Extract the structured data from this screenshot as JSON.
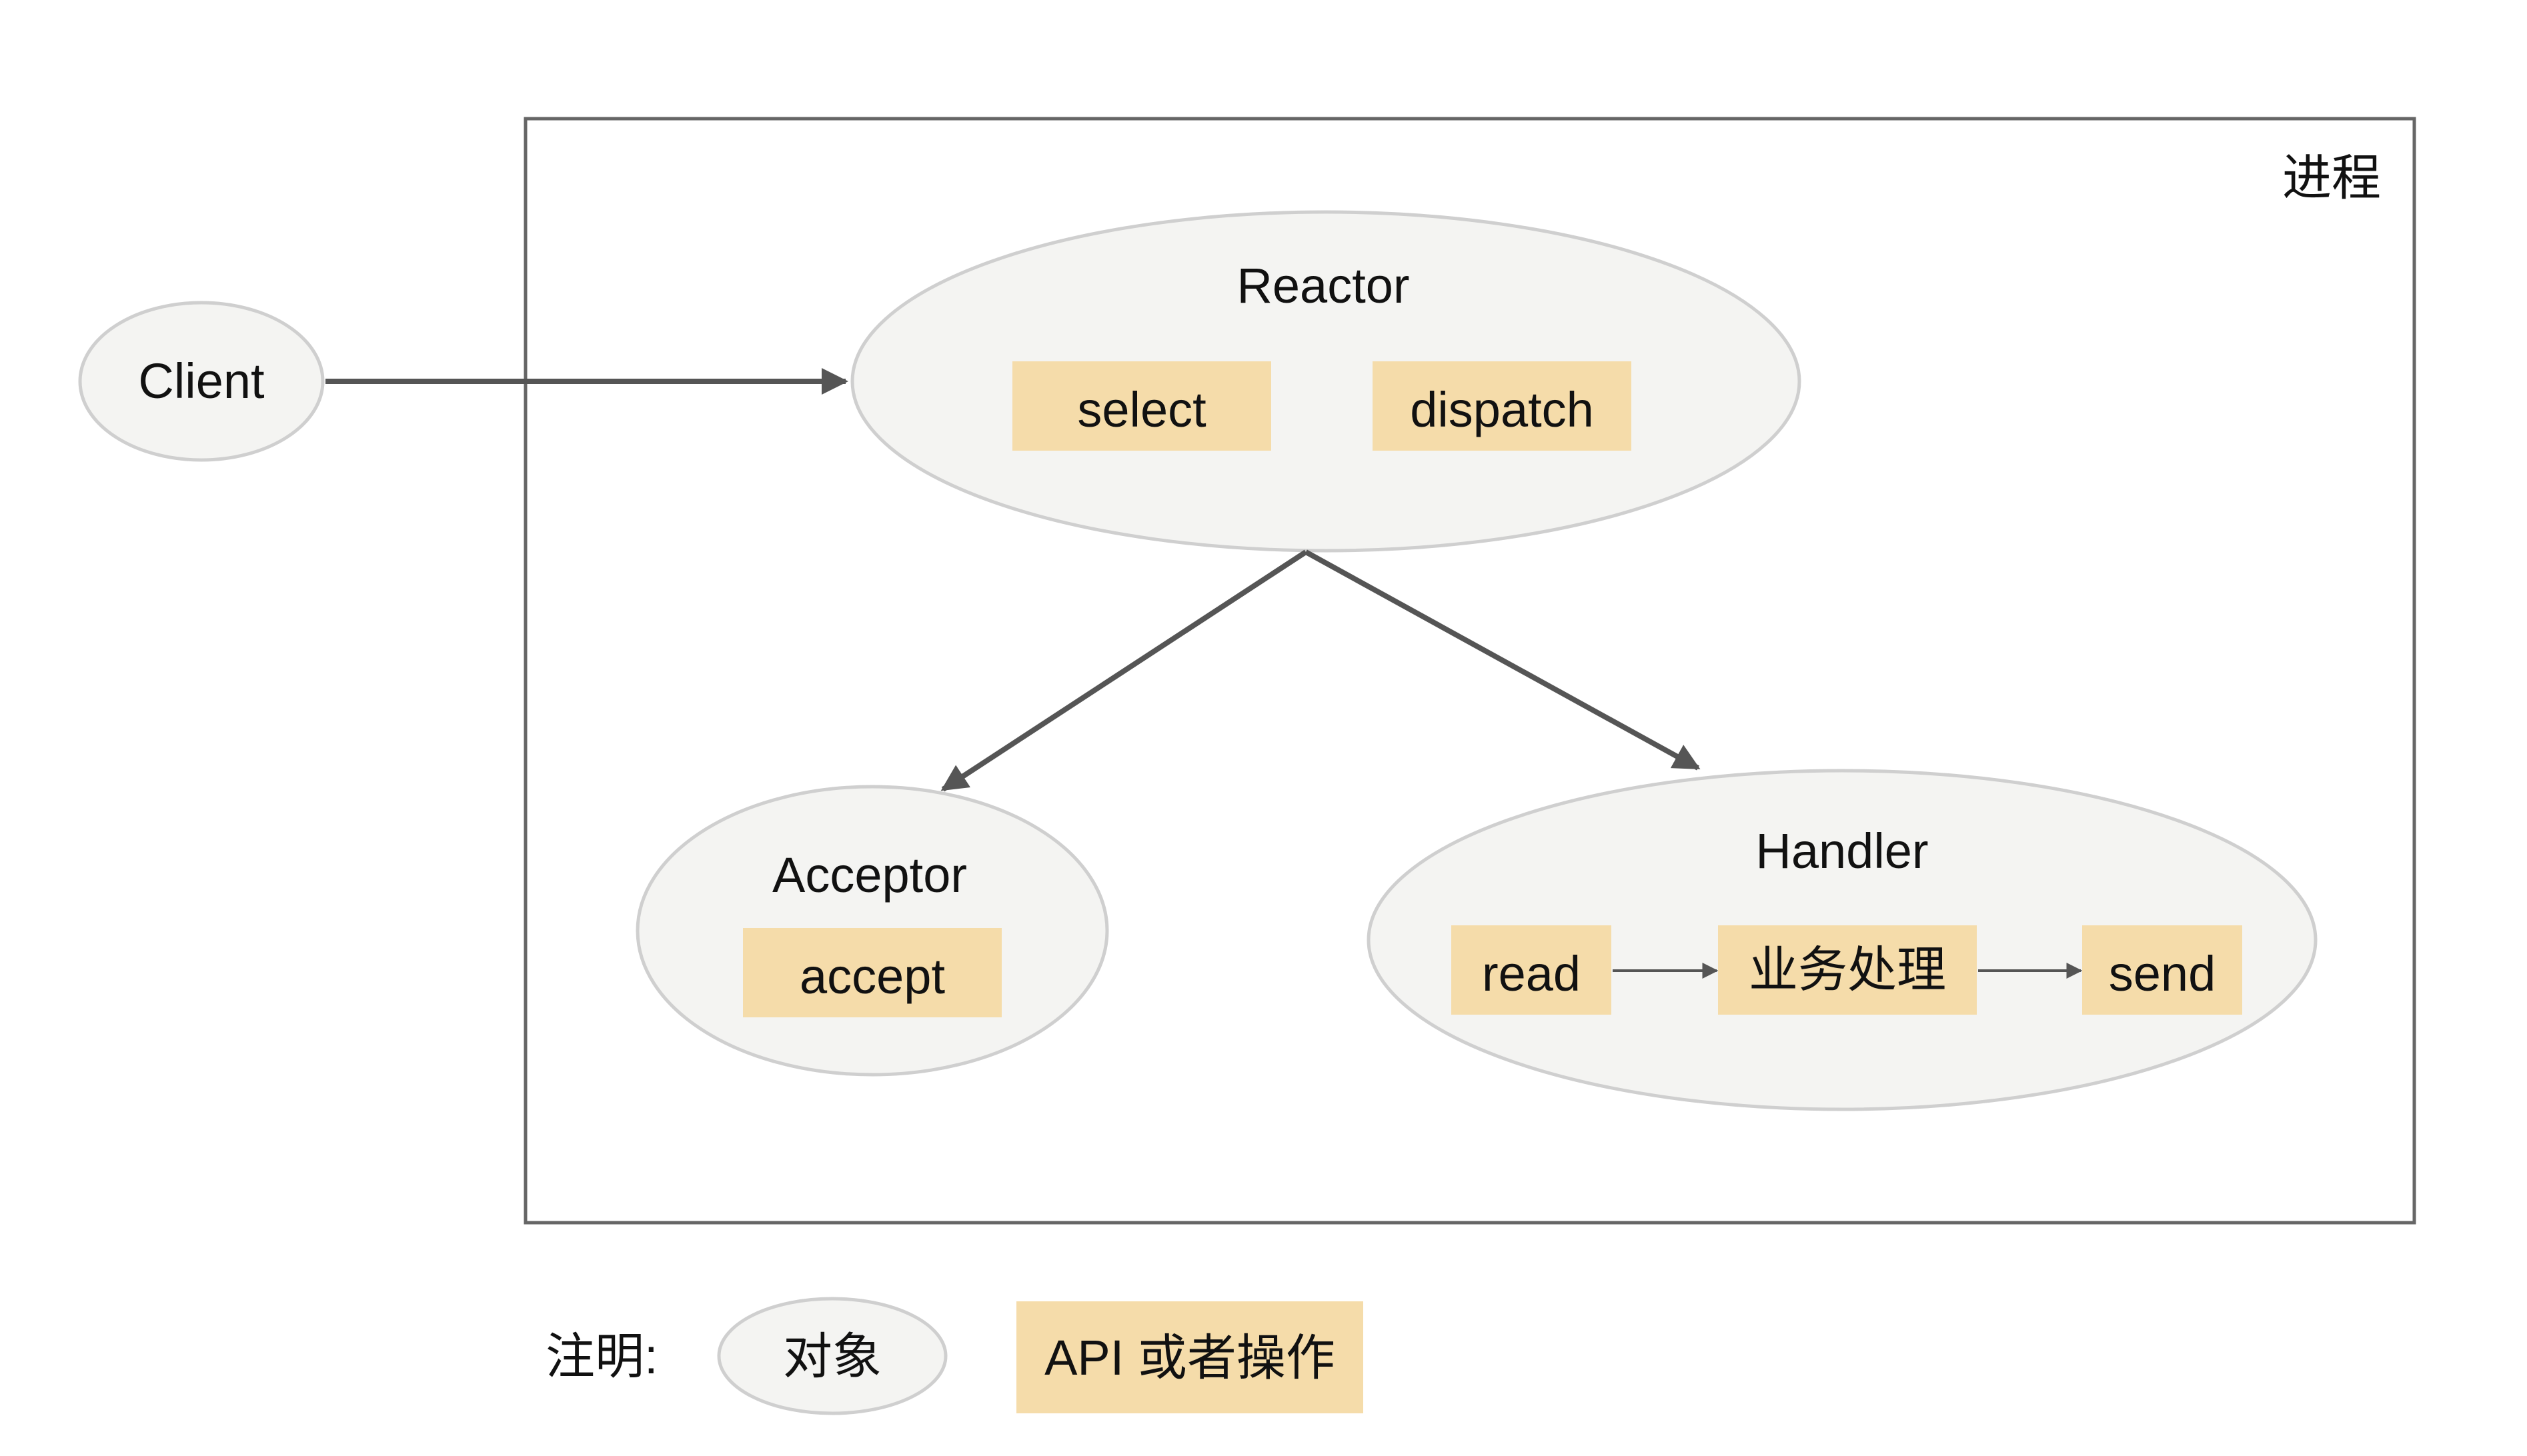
{
  "process_label": "进程",
  "client": {
    "label": "Client"
  },
  "reactor": {
    "label": "Reactor",
    "apis": [
      "select",
      "dispatch"
    ]
  },
  "acceptor": {
    "label": "Acceptor",
    "apis": [
      "accept"
    ]
  },
  "handler": {
    "label": "Handler",
    "apis": [
      "read",
      "业务处理",
      "send"
    ]
  },
  "legend": {
    "title": "注明:",
    "object_label": "对象",
    "api_label": "API 或者操作"
  },
  "colors": {
    "object_fill": "#f4f4f2",
    "object_stroke": "#cfcfcf",
    "api_fill": "#f5dcaa",
    "arrow": "#555555",
    "frame": "#666666"
  }
}
